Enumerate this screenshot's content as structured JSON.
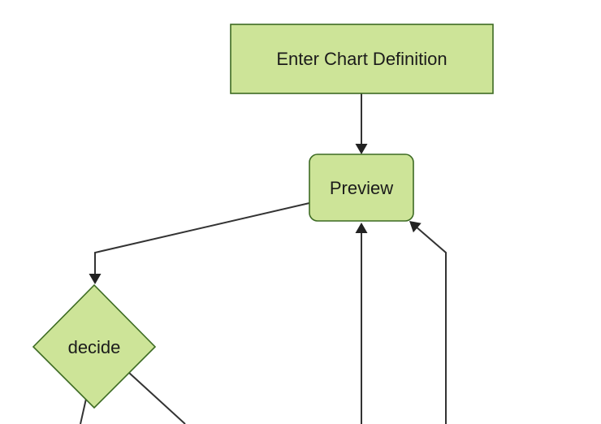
{
  "diagram": {
    "type": "flowchart",
    "direction": "top-down",
    "background": "#ffffff",
    "colors": {
      "node_fill": "#cde498",
      "node_border": "#3d6b23",
      "edge_line": "#333333",
      "arrowhead": "#222222",
      "label_text": "#1b1b1b"
    },
    "nodes": [
      {
        "id": "enter-chart-definition",
        "label": "Enter Chart Definition",
        "shape": "rectangle"
      },
      {
        "id": "preview",
        "label": "Preview",
        "shape": "rounded-rectangle"
      },
      {
        "id": "decide",
        "label": "decide",
        "shape": "diamond"
      }
    ],
    "edges": [
      {
        "from": "enter-chart-definition",
        "to": "preview",
        "arrowhead": "into-preview-top"
      },
      {
        "from": "preview",
        "to": "decide",
        "arrowhead": "into-decide-top"
      },
      {
        "from": "offscreen-bottom-center",
        "to": "preview",
        "arrowhead": "into-preview-bottom"
      },
      {
        "from": "offscreen-bottom-right",
        "to": "preview",
        "arrowhead": "into-preview-bottom-right"
      },
      {
        "from": "decide",
        "to": "offscreen-bottom-left",
        "arrowhead": "none-visible"
      },
      {
        "from": "decide",
        "to": "offscreen-bottom-right",
        "arrowhead": "none-visible"
      }
    ]
  }
}
